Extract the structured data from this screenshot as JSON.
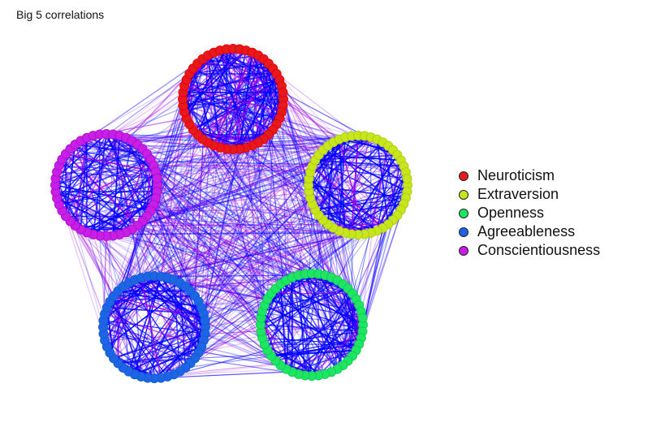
{
  "title": "Big 5 correlations",
  "groups": [
    {
      "name": "Neuroticism",
      "color": "#e41a1c",
      "edge_color": "#ee0000"
    },
    {
      "name": "Extraversion",
      "color": "#c8e61e",
      "edge_color": "#b0d010"
    },
    {
      "name": "Openness",
      "color": "#1ee664",
      "edge_color": "#10d050"
    },
    {
      "name": "Agreeableness",
      "color": "#1e64e6",
      "edge_color": "#1060d0"
    },
    {
      "name": "Conscientiousness",
      "color": "#c81ee6",
      "edge_color": "#b010d0"
    }
  ],
  "edge_colors": {
    "positive": "#0000ff",
    "negative": "#a000e0"
  }
}
